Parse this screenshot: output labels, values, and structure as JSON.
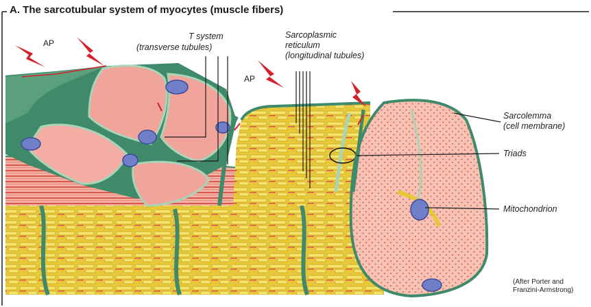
{
  "title": "A. The sarcotubular system of myocytes (muscle fibers)",
  "labels": {
    "ap_left": "AP",
    "ap_center": "AP",
    "t_system_line1": "T system",
    "t_system_line2": "(transverse tubules)",
    "sr_line1": "Sarcoplasmic",
    "sr_line2": "reticulum",
    "sr_line3": "(longitudinal tubules)",
    "sarcolemma_line1": "Sarcolemma",
    "sarcolemma_line2": "(cell membrane)",
    "triads": "Triads",
    "mitochondrion": "Mitochondrion",
    "credit_line1": "(After Porter and",
    "credit_line2": "Franzini-Armstrong)"
  },
  "colors": {
    "frame": "#1a1a1a",
    "membrane_green": "#3f8a6a",
    "membrane_light": "#a9d4b8",
    "muscle_pink": "#f0a49a",
    "myofibril_red": "#d9574a",
    "reticulum_yellow": "#f2dc3c",
    "ttubule_blue": "#6f7fc8",
    "action_potential_red": "#d6202a"
  }
}
